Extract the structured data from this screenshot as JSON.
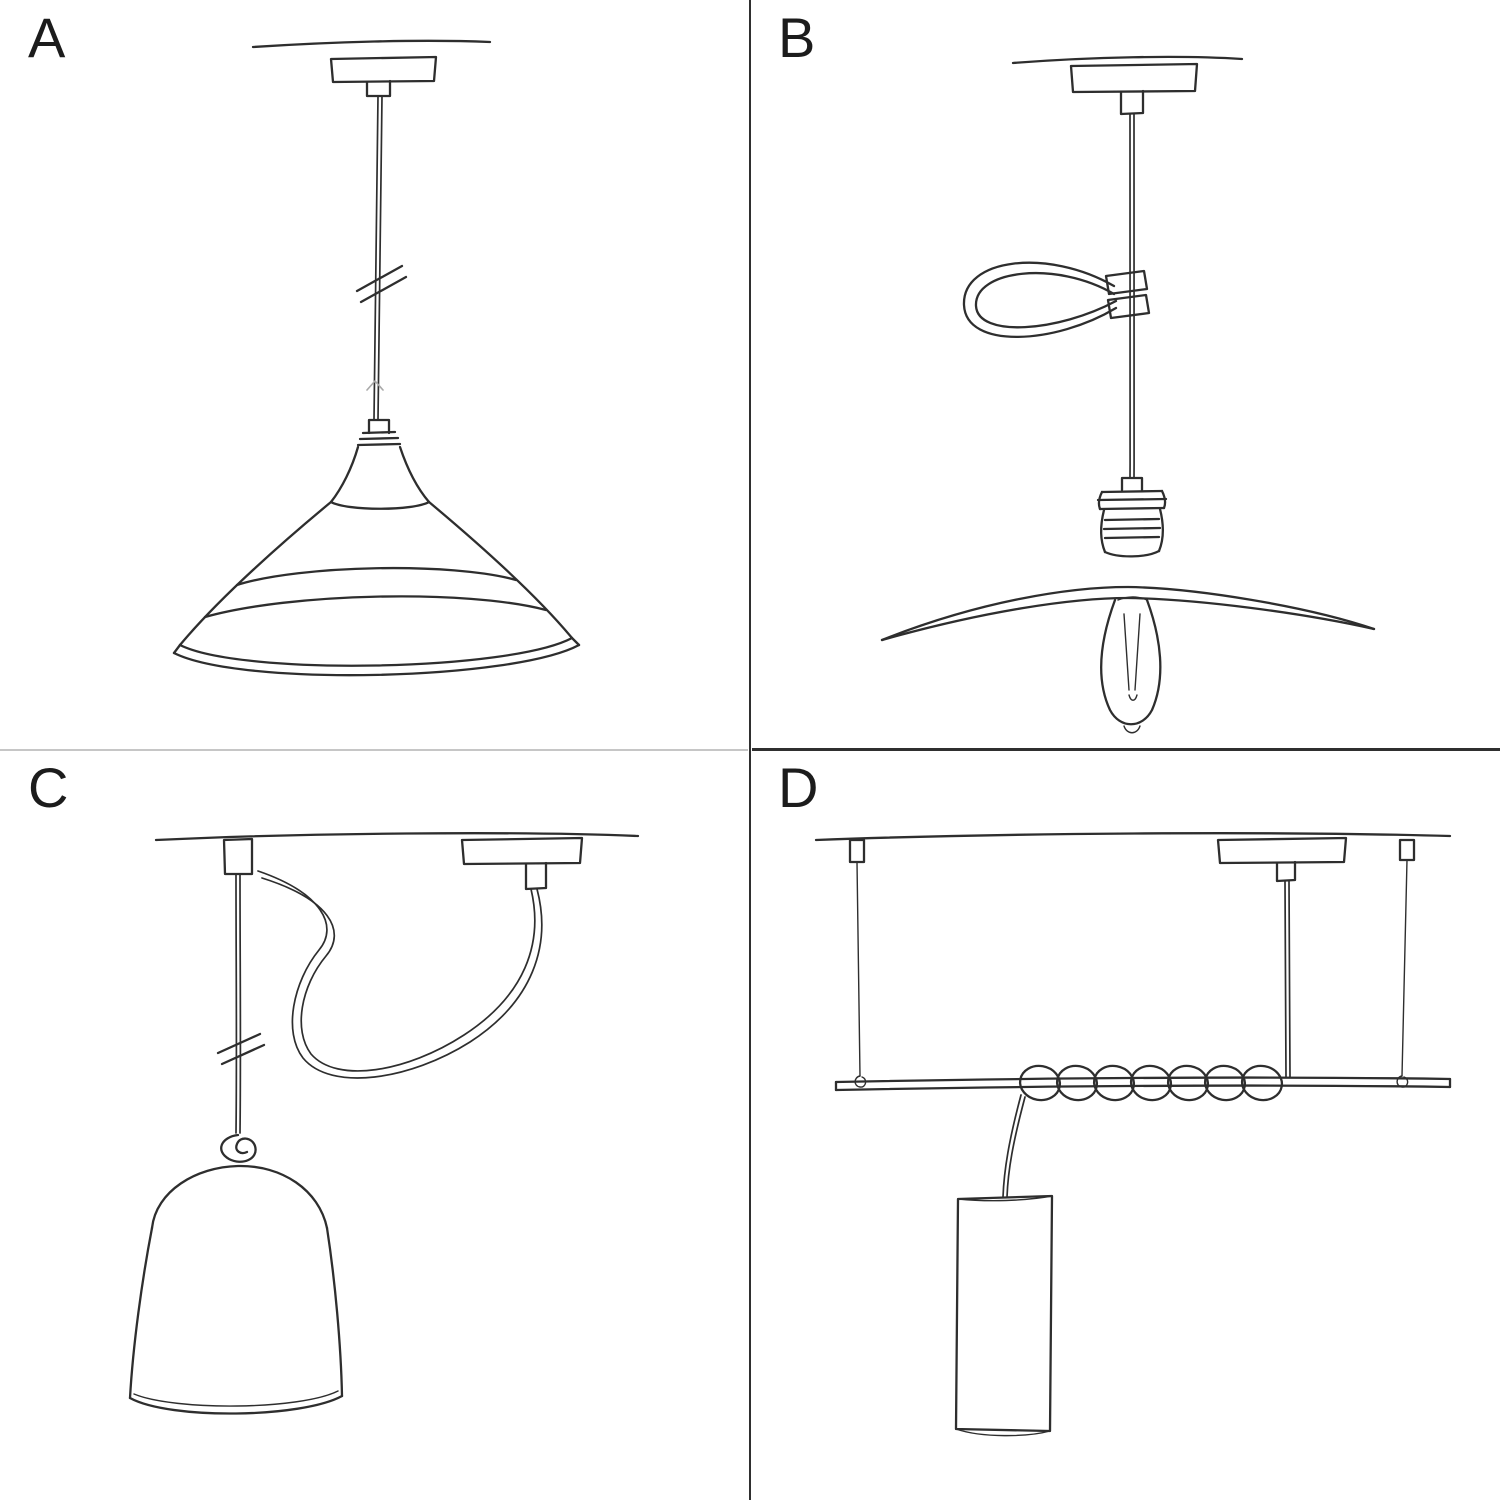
{
  "colors": {
    "background": "#ffffff",
    "ink": "#2e2e2e",
    "divider_dark": "#2f2f2f",
    "divider_light": "#c6c6c6",
    "label": "#1c1c1c",
    "faint": "#a9a9a9"
  },
  "panels": [
    {
      "label": "A",
      "sketch": "pendant-with-industrial-bistro-shade-sketch"
    },
    {
      "label": "B",
      "sketch": "pendant-with-flat-shade-cable-adjuster-and-bulb-sketch"
    },
    {
      "label": "C",
      "sketch": "swag-pendant-with-hook-and-bell-shade-sketch"
    },
    {
      "label": "D",
      "sketch": "bar-suspension-wrapped-cord-tube-pendant-sketch"
    }
  ]
}
